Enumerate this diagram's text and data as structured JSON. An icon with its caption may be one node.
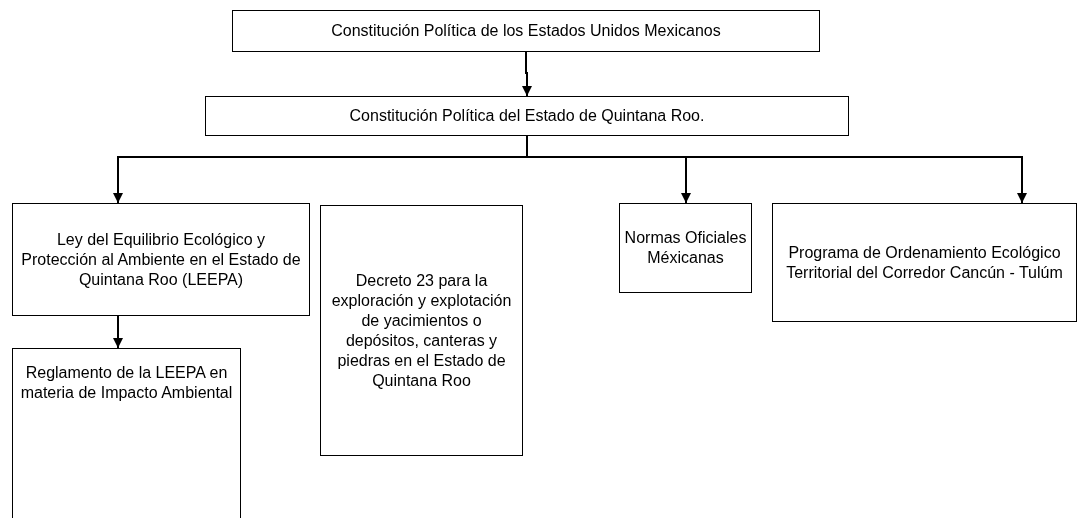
{
  "diagram": {
    "nodes": [
      {
        "text": [
          "Constitución Política de los Estados Unidos Mexicanos"
        ]
      },
      {
        "text": [
          "Constitución Política del Estado de Quintana Roo."
        ]
      },
      {
        "text": [
          "Ley del Equilibrio Ecológico y Protección al Ambiente en el Estado de Quintana Roo (LEEPA)"
        ]
      },
      {
        "text": [
          "Decreto 23 para la exploración y explotación de yacimientos o depósitos, canteras y piedras en el Estado de Quintana Roo"
        ]
      },
      {
        "text": [
          "Normas Oficiales Méxicanas"
        ]
      },
      {
        "text": [
          "Programa de Ordenamiento Ecológico Territorial del Corredor Cancún - Tulúm"
        ]
      },
      {
        "text": [
          "Reglamento de la LEEPA en materia de Impacto Ambiental"
        ]
      }
    ],
    "edges": [
      {
        "from": 0,
        "to": 1,
        "arrow": "to"
      },
      {
        "from": 1,
        "to": 2,
        "arrow": "to"
      },
      {
        "from": 1,
        "to": 4,
        "arrow": "to"
      },
      {
        "from": 1,
        "to": 5,
        "arrow": "to"
      },
      {
        "from": 2,
        "to": 6,
        "arrow": "to"
      }
    ]
  }
}
